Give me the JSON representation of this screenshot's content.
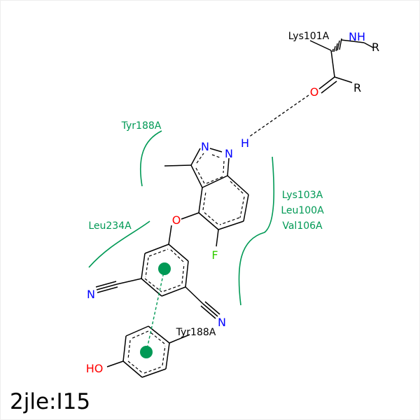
{
  "caption": "2jle:I15",
  "colors": {
    "bond": "#000000",
    "nitrogen": "#0000ff",
    "oxygen": "#ff0000",
    "fluorine": "#33cc00",
    "hydrophobic": "#009955",
    "hbond": "#000000",
    "pi_stack": "#009955"
  },
  "residues": {
    "lys101": "Lys101A",
    "tyr188_top": "Tyr188A",
    "leu234": "Leu234A",
    "lys103": "Lys103A",
    "leu100": "Leu100A",
    "val106": "Val106A",
    "tyr188_ring": "Tyr188A"
  },
  "atoms": {
    "nh_amine": "NH",
    "r_amine": "R",
    "o_carbonyl": "O",
    "r_carbonyl": "R",
    "n_indazole_2": "N",
    "n_indazole_1": "N",
    "h_indazole": "H",
    "o_ether": "O",
    "f": "F",
    "n_nitrile_left": "N",
    "n_nitrile_right": "N",
    "ho": "HO"
  }
}
